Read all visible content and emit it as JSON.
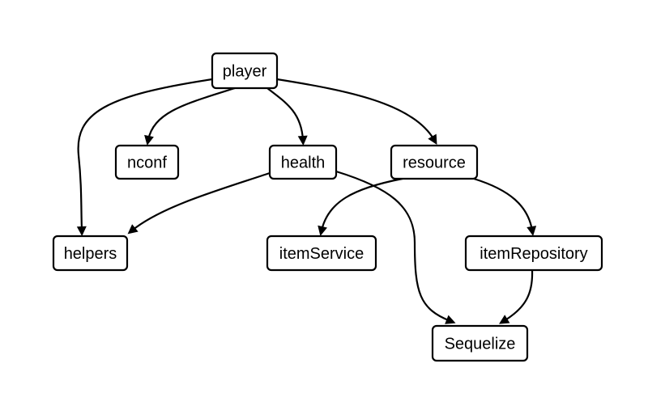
{
  "diagram": {
    "nodes": [
      {
        "id": "player",
        "label": "player"
      },
      {
        "id": "nconf",
        "label": "nconf"
      },
      {
        "id": "health",
        "label": "health"
      },
      {
        "id": "resource",
        "label": "resource"
      },
      {
        "id": "helpers",
        "label": "helpers"
      },
      {
        "id": "itemService",
        "label": "itemService"
      },
      {
        "id": "itemRepository",
        "label": "itemRepository"
      },
      {
        "id": "Sequelize",
        "label": "Sequelize"
      }
    ],
    "edges": [
      {
        "from": "player",
        "to": "helpers"
      },
      {
        "from": "player",
        "to": "nconf"
      },
      {
        "from": "player",
        "to": "health"
      },
      {
        "from": "player",
        "to": "resource"
      },
      {
        "from": "health",
        "to": "helpers"
      },
      {
        "from": "health",
        "to": "Sequelize"
      },
      {
        "from": "resource",
        "to": "itemService"
      },
      {
        "from": "resource",
        "to": "itemRepository"
      },
      {
        "from": "itemRepository",
        "to": "Sequelize"
      }
    ]
  }
}
